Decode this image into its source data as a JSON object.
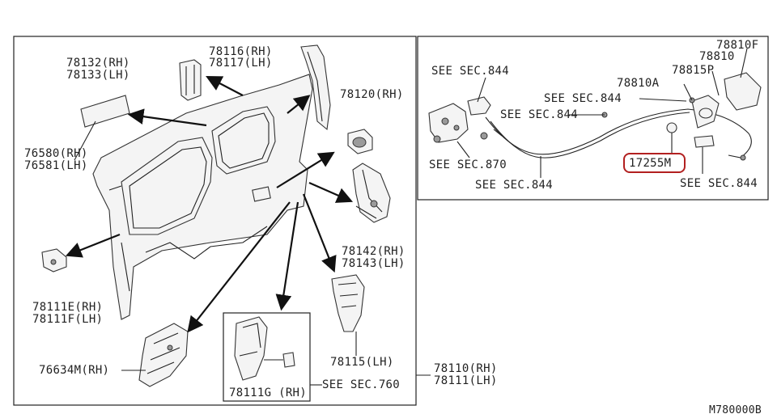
{
  "diagram_id": "M780000B",
  "left_panel": {
    "labels": {
      "p78132": "78132(RH)",
      "p78133": "78133(LH)",
      "p78116": "78116(RH)",
      "p78117": "78117(LH)",
      "p78120": "78120(RH)",
      "p76580": "76580(RH)",
      "p76581": "76581(LH)",
      "p78142": "78142(RH)",
      "p78143": "78143(LH)",
      "p78111E": "78111E(RH)",
      "p78111F": "78111F(LH)",
      "p78115": "78115(LH)",
      "p76634M": "76634M(RH)",
      "p78111G": "78111G (RH)",
      "see760": "SEE SEC.760",
      "p78110": "78110(RH)",
      "p78111": "78111(LH)"
    }
  },
  "right_panel": {
    "labels": {
      "p78810F": "78810F",
      "p78810": "78810",
      "p78815P": "78815P",
      "p78810A": "78810A",
      "see844_a": "SEE SEC.844",
      "see844_b": "SEE SEC.844",
      "see844_c": "SEE SEC.844",
      "see870": "SEE SEC.870",
      "see844_d": "SEE SEC.844",
      "see844_e": "SEE SEC.844",
      "p17255M": "17255M"
    },
    "highlight_color": "#b22020"
  }
}
